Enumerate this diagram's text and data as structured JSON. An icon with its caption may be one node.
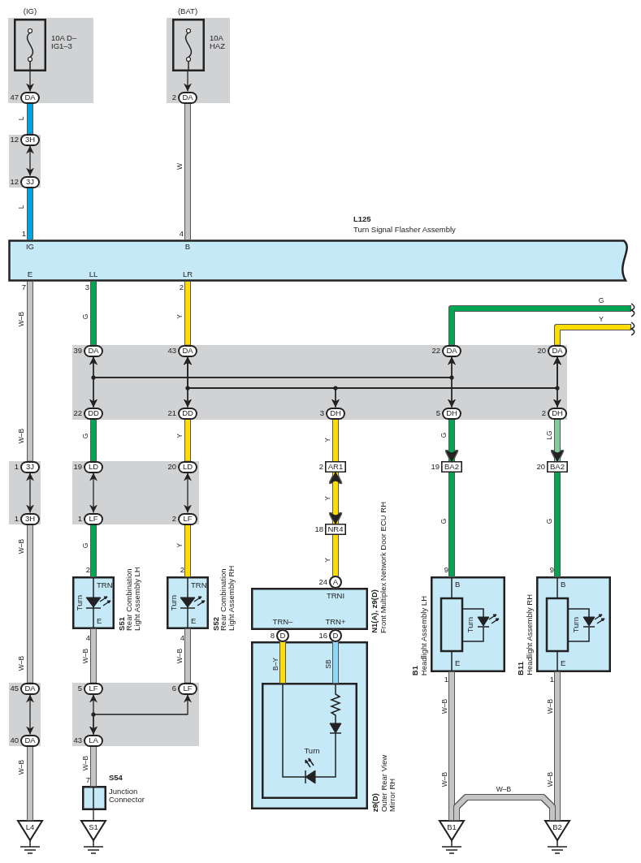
{
  "diagram": {
    "nodes": [
      {
        "text": [],
        "shape": "box"
      },
      {
        "text": [
          "(IG)",
          "10A D–IG1–3"
        ],
        "in": 0
      },
      {
        "text": [
          "DA"
        ],
        "beside": [
          "47"
        ],
        "in": 0
      },
      {
        "text": [],
        "shape": "box"
      },
      {
        "text": [
          "(BAT)",
          "10A HAZ"
        ],
        "in": 3
      },
      {
        "text": [
          "DA"
        ],
        "beside": [
          "2"
        ],
        "in": 3
      },
      {
        "text": [],
        "shape": "box"
      },
      {
        "text": [
          "3H"
        ],
        "beside": [
          "12"
        ],
        "in": 6
      },
      {
        "text": [
          "3J"
        ],
        "beside": [
          "12"
        ],
        "in": 6
      },
      {
        "text": [
          "L125",
          "Turn Signal Flasher Assembly",
          "IG",
          "B",
          "E",
          "LL",
          "LR"
        ],
        "beside": [
          "1",
          "4",
          "7",
          "3",
          "2"
        ]
      },
      {
        "text": [],
        "shape": "box"
      },
      {
        "text": [
          "DA"
        ],
        "beside": [
          "39"
        ],
        "in": 10
      },
      {
        "text": [
          "DA"
        ],
        "beside": [
          "43"
        ],
        "in": 10
      },
      {
        "text": [
          "DA"
        ],
        "beside": [
          "22"
        ],
        "in": 10
      },
      {
        "text": [
          "DA"
        ],
        "beside": [
          "20"
        ],
        "in": 10
      },
      {
        "text": [
          "DD"
        ],
        "beside": [
          "22"
        ],
        "in": 10
      },
      {
        "text": [
          "DD"
        ],
        "beside": [
          "21"
        ],
        "in": 10
      },
      {
        "text": [
          "DH"
        ],
        "beside": [
          "3"
        ],
        "in": 10
      },
      {
        "text": [
          "DH"
        ],
        "beside": [
          "5"
        ],
        "in": 10
      },
      {
        "text": [
          "DH"
        ],
        "beside": [
          "2"
        ],
        "in": 10
      },
      {
        "text": [],
        "shape": "box"
      },
      {
        "text": [
          "3J"
        ],
        "beside": [
          "1"
        ],
        "in": 20
      },
      {
        "text": [
          "3H"
        ],
        "beside": [
          "1"
        ],
        "in": 20
      },
      {
        "text": [],
        "shape": "box"
      },
      {
        "text": [
          "LD"
        ],
        "beside": [
          "19"
        ],
        "in": 23
      },
      {
        "text": [
          "LD"
        ],
        "beside": [
          "20"
        ],
        "in": 23
      },
      {
        "text": [
          "LF"
        ],
        "beside": [
          "1"
        ],
        "in": 23
      },
      {
        "text": [
          "LF"
        ],
        "beside": [
          "2"
        ],
        "in": 23
      },
      {
        "text": [
          "AR1"
        ],
        "beside": [
          "2"
        ]
      },
      {
        "text": [
          "NR4"
        ],
        "beside": [
          "18"
        ]
      },
      {
        "text": [
          "BA2"
        ],
        "beside": [
          "19"
        ]
      },
      {
        "text": [
          "BA2"
        ],
        "beside": [
          "20"
        ]
      },
      {
        "text": [
          "S51",
          "Rear Combination Light Assembly LH",
          "TRN",
          "Turn",
          "E",
          "2"
        ],
        "beside": [
          "4"
        ]
      },
      {
        "text": [
          "S52",
          "Rear Combination Light Assembly RH",
          "TRN",
          "Turn",
          "E",
          "2"
        ],
        "beside": [
          "4"
        ]
      },
      {
        "text": [
          "A"
        ],
        "beside": [
          "24"
        ]
      },
      {
        "text": [
          "N1(A), z9(D)",
          "Front Multiplex Network Door ECU RH",
          "TRNI",
          "TRN–",
          "TRN+"
        ]
      },
      {
        "text": [
          "B1",
          "Headlight Assembly LH",
          "B",
          "Turn",
          "E"
        ],
        "beside": [
          "9",
          "1"
        ]
      },
      {
        "text": [
          "B11",
          "Headlight Assembly RH",
          "B",
          "Turn",
          "E"
        ],
        "beside": [
          "9",
          "1"
        ]
      },
      {
        "text": [
          "D"
        ],
        "beside": [
          "8"
        ]
      },
      {
        "text": [
          "D"
        ],
        "beside": [
          "16"
        ]
      },
      {
        "text": [
          "z9(D)",
          "Outer Rear View Mirror RH"
        ]
      },
      {
        "text": [
          "Turn"
        ],
        "in": 40
      },
      {
        "text": [],
        "shape": "box"
      },
      {
        "text": [
          "DA"
        ],
        "beside": [
          "45"
        ],
        "in": 42
      },
      {
        "text": [
          "DA"
        ],
        "beside": [
          "40"
        ],
        "in": 42
      },
      {
        "text": [],
        "shape": "box"
      },
      {
        "text": [
          "LF"
        ],
        "beside": [
          "5"
        ],
        "in": 45
      },
      {
        "text": [
          "LF"
        ],
        "beside": [
          "6"
        ],
        "in": 45
      },
      {
        "text": [
          "LA"
        ],
        "beside": [
          "43"
        ],
        "in": 45
      },
      {
        "text": [
          "S54",
          "Junction Connector"
        ],
        "beside": [
          "7"
        ]
      },
      {
        "text": [
          "L4"
        ]
      },
      {
        "text": [
          "S1"
        ]
      },
      {
        "text": [
          "B1"
        ]
      },
      {
        "text": [
          "B2"
        ]
      }
    ],
    "edges": [
      {
        "from": 1,
        "to": 2,
        "arrow": "to"
      },
      {
        "from": 4,
        "to": 5,
        "arrow": "to"
      },
      {
        "from": 2,
        "to": 7,
        "arrow": "none",
        "label": "L",
        "color": "#00a3e0"
      },
      {
        "from": 7,
        "to": 8,
        "arrow": "both"
      },
      {
        "from": 8,
        "to": 9,
        "arrow": "none",
        "label": "L",
        "color": "#00a3e0"
      },
      {
        "from": 5,
        "to": 9,
        "arrow": "none",
        "label": "W",
        "color": "#c4c4c4"
      },
      {
        "from": 9,
        "to": 21,
        "arrow": "none",
        "label": "W–B",
        "color": "#c4c4c4"
      },
      {
        "from": 9,
        "to": 11,
        "arrow": "none",
        "label": "G",
        "color": "#00a651"
      },
      {
        "from": 9,
        "to": 12,
        "arrow": "none",
        "label": "Y",
        "color": "#ffdd00"
      },
      {
        "from": 11,
        "to": 15,
        "arrow": "both"
      },
      {
        "from": 11,
        "to": 18,
        "arrow": "both"
      },
      {
        "from": 13,
        "to": 18,
        "arrow": "both"
      },
      {
        "from": 13,
        "to": 15,
        "arrow": "both"
      },
      {
        "from": 12,
        "to": 16,
        "arrow": "both"
      },
      {
        "from": 12,
        "to": 17,
        "arrow": "both"
      },
      {
        "from": 12,
        "to": 19,
        "arrow": "both"
      },
      {
        "from": 14,
        "to": 19,
        "arrow": "both"
      },
      {
        "from": 14,
        "to": 16,
        "arrow": "both"
      },
      {
        "from": 14,
        "to": 17,
        "arrow": "both"
      },
      {
        "from": 13,
        "to": null,
        "arrow": "none",
        "label": "G",
        "color": "#00a651"
      },
      {
        "from": 14,
        "to": null,
        "arrow": "none",
        "label": "Y",
        "color": "#ffdd00"
      },
      {
        "from": 15,
        "to": 24,
        "arrow": "none",
        "label": "G",
        "color": "#00a651"
      },
      {
        "from": 16,
        "to": 25,
        "arrow": "none",
        "label": "Y",
        "color": "#ffdd00"
      },
      {
        "from": 17,
        "to": 28,
        "arrow": "none",
        "label": "Y",
        "color": "#ffdd00"
      },
      {
        "from": 18,
        "to": 30,
        "arrow": "to",
        "label": "G",
        "color": "#00a651"
      },
      {
        "from": 19,
        "to": 31,
        "arrow": "to",
        "label": "LG",
        "color": "#80cc9a"
      },
      {
        "from": 21,
        "to": 22,
        "arrow": "both"
      },
      {
        "from": 24,
        "to": 26,
        "arrow": "both"
      },
      {
        "from": 25,
        "to": 27,
        "arrow": "both"
      },
      {
        "from": 28,
        "to": 29,
        "arrow": "both",
        "label": "Y",
        "color": "#ffdd00"
      },
      {
        "from": 22,
        "to": 43,
        "arrow": "none",
        "label": "W–B",
        "color": "#c4c4c4"
      },
      {
        "from": 26,
        "to": 32,
        "arrow": "none",
        "label": "G",
        "color": "#00a651"
      },
      {
        "from": 27,
        "to": 33,
        "arrow": "none",
        "label": "Y",
        "color": "#ffdd00"
      },
      {
        "from": 29,
        "to": 34,
        "arrow": "none",
        "label": "Y",
        "color": "#ffdd00"
      },
      {
        "from": 30,
        "to": 36,
        "arrow": "none",
        "label": "G",
        "color": "#00a651"
      },
      {
        "from": 31,
        "to": 37,
        "arrow": "none",
        "label": "G",
        "color": "#00a651"
      },
      {
        "from": 32,
        "to": 46,
        "arrow": "none",
        "label": "W–B",
        "color": "#c4c4c4"
      },
      {
        "from": 33,
        "to": 47,
        "arrow": "none",
        "label": "W–B",
        "color": "#c4c4c4"
      },
      {
        "from": 38,
        "to": 41,
        "arrow": "none",
        "label": "B–Y",
        "color": "#ffdd00"
      },
      {
        "from": 39,
        "to": 41,
        "arrow": "none",
        "label": "SB",
        "color": "#8ed8f8"
      },
      {
        "from": 43,
        "to": 44,
        "arrow": "both"
      },
      {
        "from": 46,
        "to": 48,
        "arrow": "both"
      },
      {
        "from": 47,
        "to": 48,
        "arrow": "both"
      },
      {
        "from": 44,
        "to": 50,
        "arrow": "none",
        "label": "W–B",
        "color": "#c4c4c4"
      },
      {
        "from": 48,
        "to": 49,
        "arrow": "none",
        "label": "W–B",
        "color": "#c4c4c4"
      },
      {
        "from": 49,
        "to": 51,
        "arrow": "none"
      },
      {
        "from": 36,
        "to": 52,
        "arrow": "none",
        "label": "W–B",
        "color": "#c4c4c4"
      },
      {
        "from": 37,
        "to": 53,
        "arrow": "none",
        "label": "W–B",
        "color": "#c4c4c4"
      },
      {
        "from": 52,
        "to": 53,
        "arrow": "none",
        "label": "W–B",
        "color": "#c4c4c4"
      }
    ],
    "labels": [
      "W–B",
      "W–B",
      "W–B",
      "W–B"
    ]
  }
}
